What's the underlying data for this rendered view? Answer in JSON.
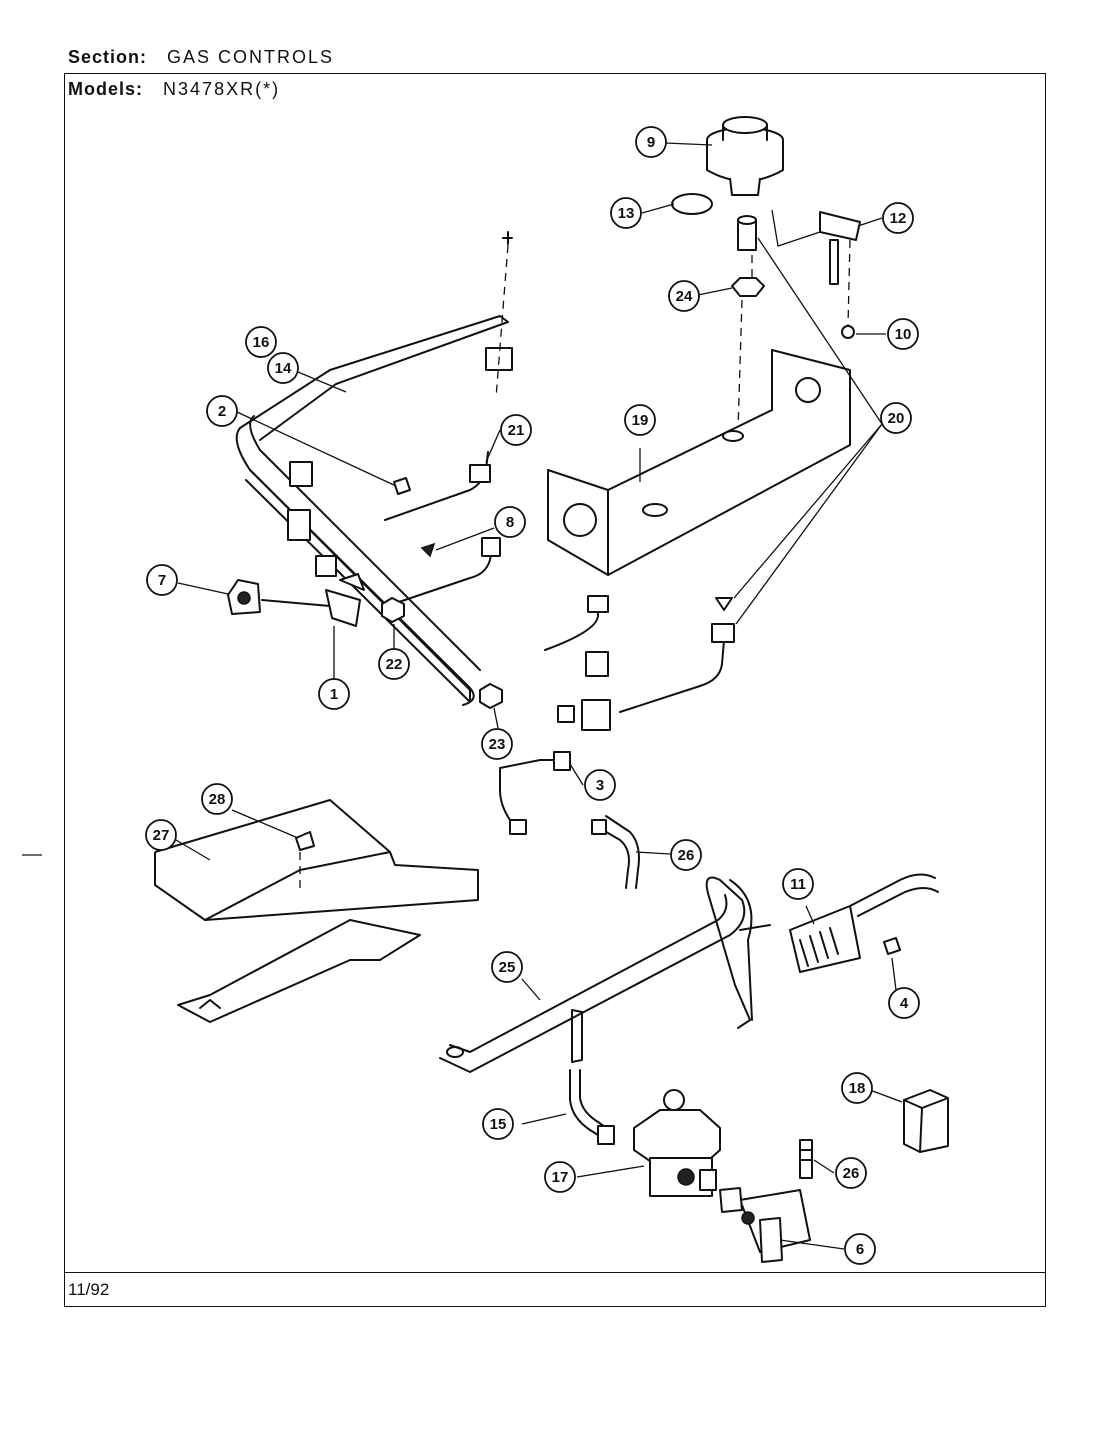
{
  "header": {
    "section_label": "Section:",
    "section_value": "GAS CONTROLS",
    "models_label": "Models:",
    "models_value": "N3478XR(*)"
  },
  "footer": {
    "date": "11/92"
  },
  "callouts": [
    "9",
    "13",
    "12",
    "24",
    "10",
    "16",
    "14",
    "2",
    "21",
    "19",
    "20",
    "8",
    "7",
    "22",
    "1",
    "23",
    "3",
    "28",
    "27",
    "26",
    "11",
    "4",
    "25",
    "18",
    "15",
    "17",
    "26",
    "6"
  ]
}
